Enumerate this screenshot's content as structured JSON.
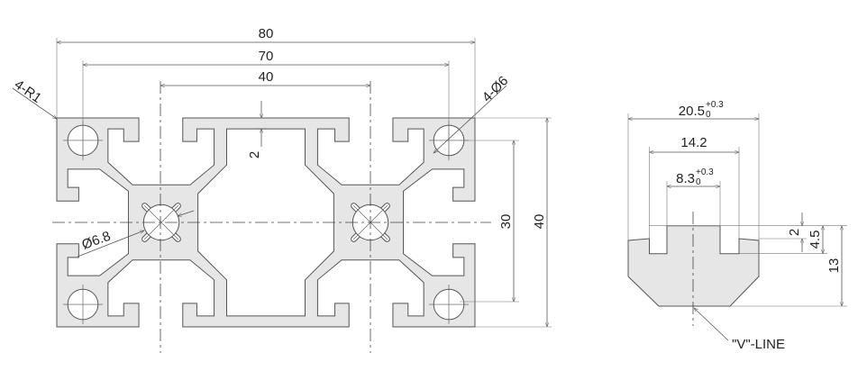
{
  "front_view": {
    "dim_width_overall": "80",
    "dim_hole_spacing_x": "70",
    "dim_core_spacing": "40",
    "dim_wall": "2",
    "dim_hole_spacing_y": "30",
    "dim_height_overall": "40",
    "label_corner_radius": "4-R1",
    "label_hole_diameter": "4-Ø6",
    "label_core_diameter": "Ø6.8"
  },
  "slot_view": {
    "dim_outer_width": "20.5",
    "dim_outer_tol_upper": "+0.3",
    "dim_outer_tol_lower": "0",
    "dim_inner_width": "14.2",
    "dim_opening": "8.3",
    "dim_opening_tol_upper": "+0.3",
    "dim_opening_tol_lower": "0",
    "dim_lip": "2",
    "dim_slot_depth": "4.5",
    "dim_total_depth": "13",
    "label_v_line": "\"V\"-LINE"
  },
  "colors": {
    "fill": "#e6e6e6",
    "outline": "#555555"
  }
}
